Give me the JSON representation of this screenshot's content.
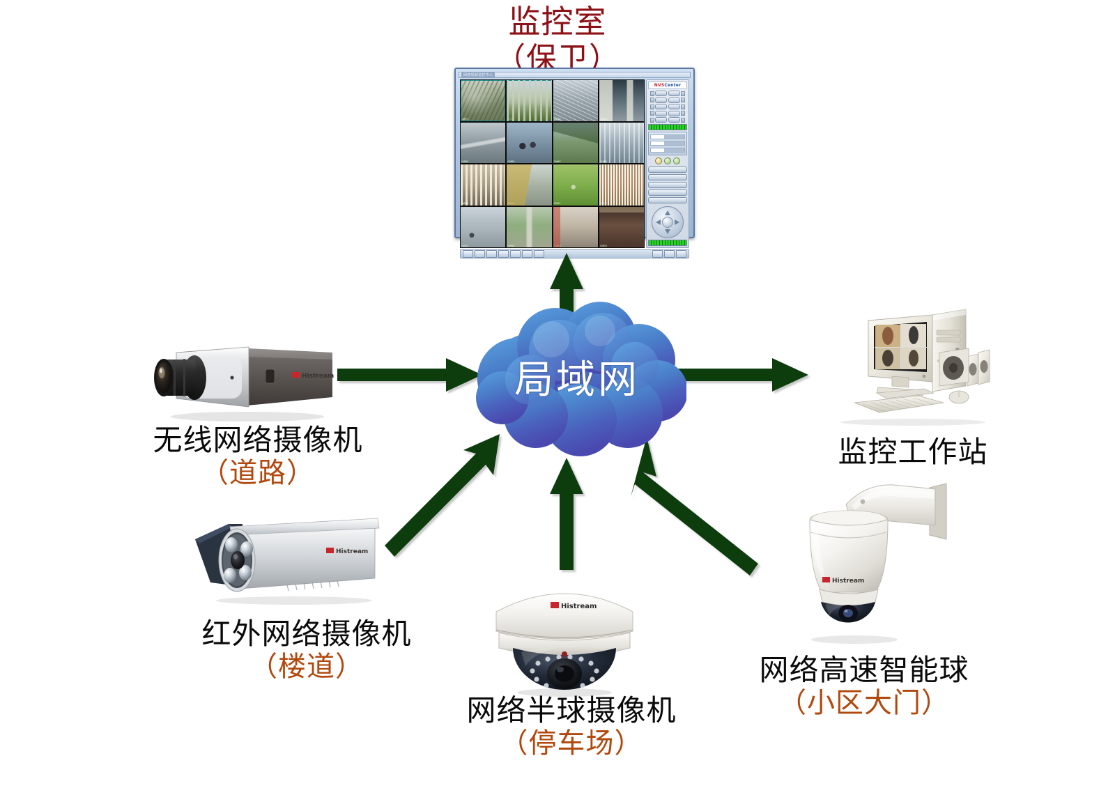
{
  "title": {
    "main": "监控室",
    "sub": "（保卫）"
  },
  "center": {
    "cloud_label": "局域网",
    "cloud_color_top": "#4f8fd4",
    "cloud_color_bottom": "#4a51b5"
  },
  "arrow_color": "#0d3d10",
  "monitor": {
    "app_title": "网络视频监控中心",
    "brand_red": "NVS",
    "brand_blue": "Center",
    "grid_rows": 4,
    "grid_cols": 4,
    "channels": [
      {
        "n": "01",
        "scene": "aerial",
        "osd": "CAM01"
      },
      {
        "n": "02",
        "scene": "city",
        "osd": "CAM02"
      },
      {
        "n": "03",
        "scene": "road",
        "osd": "CAM03"
      },
      {
        "n": "04",
        "scene": "indoor",
        "osd": "CAM04"
      },
      {
        "n": "05",
        "scene": "bridge",
        "osd": "CAM05"
      },
      {
        "n": "06",
        "scene": "people",
        "osd": "CAM06"
      },
      {
        "n": "07",
        "scene": "hill",
        "osd": "CAM07"
      },
      {
        "n": "08",
        "scene": "class",
        "osd": "CAM08"
      },
      {
        "n": "09",
        "scene": "control",
        "osd": "CAM09"
      },
      {
        "n": "10",
        "scene": "street",
        "osd": "CAM10"
      },
      {
        "n": "11",
        "scene": "park",
        "osd": "CAM11"
      },
      {
        "n": "12",
        "scene": "building",
        "osd": "CAM12"
      },
      {
        "n": "13",
        "scene": "plaza",
        "osd": "CAM13"
      },
      {
        "n": "14",
        "scene": "avenue",
        "osd": "CAM14"
      },
      {
        "n": "15",
        "scene": "entry",
        "osd": "CAM15"
      },
      {
        "n": "16",
        "scene": "night",
        "osd": "CAM16"
      }
    ]
  },
  "nodes": [
    {
      "id": "box-camera",
      "main": "无线网络摄像机",
      "sub": "（道路）",
      "brand": "Histream",
      "icon": "box-camera-icon"
    },
    {
      "id": "bullet-camera",
      "main": "红外网络摄像机",
      "sub": "（楼道）",
      "brand": "Histream",
      "icon": "ir-bullet-camera-icon"
    },
    {
      "id": "dome-camera",
      "main": "网络半球摄像机",
      "sub": "（停车场）",
      "brand": "Histream",
      "icon": "dome-camera-icon"
    },
    {
      "id": "ptz-camera",
      "main": "网络高速智能球",
      "sub": "（小区大门）",
      "brand": "Histream",
      "icon": "ptz-speed-dome-icon"
    },
    {
      "id": "workstation",
      "main": "监控工作站",
      "sub": "",
      "brand": "",
      "icon": "desktop-computer-icon"
    }
  ],
  "connections": [
    {
      "from": "box-camera",
      "to": "lan",
      "direction": "right"
    },
    {
      "from": "bullet-camera",
      "to": "lan",
      "direction": "up-right"
    },
    {
      "from": "dome-camera",
      "to": "lan",
      "direction": "up"
    },
    {
      "from": "ptz-camera",
      "to": "lan",
      "direction": "up-left"
    },
    {
      "from": "lan",
      "to": "workstation",
      "direction": "right"
    },
    {
      "from": "lan",
      "to": "monitoring-room",
      "direction": "up"
    }
  ]
}
